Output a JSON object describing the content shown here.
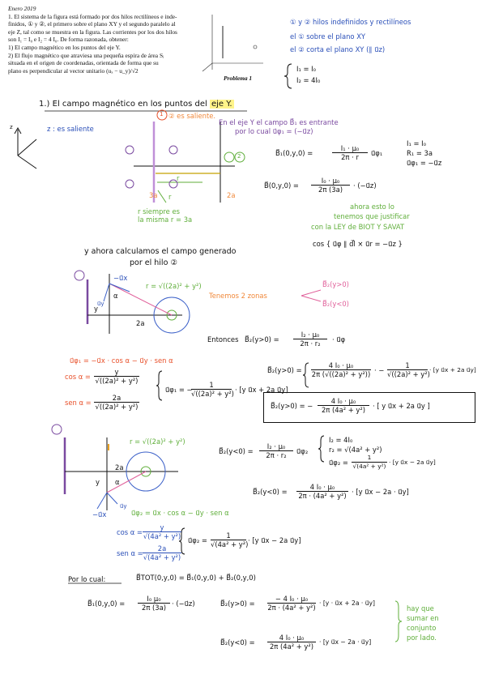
{
  "statement": {
    "date": "Enero 2019",
    "lines": [
      "1. El sistema de la figura está formado por dos hilos rectilíneos e inde-",
      "finidos, ① y ②, el primero sobre el plano XY y el segundo paralelo al",
      "eje Z, tal como se muestra en la figura. Las corrientes por los dos hilos",
      "son I₁ = I₀ e I₂ = 4 I₀. De forma razonada, obtener:",
      "1)   El campo magnético en los puntos del eje Y.",
      "2)   El flujo magnético que atraviesa una pequeña espira de área Sᵢ",
      "      situada en el origen de coordenadas, orientada de forma que su",
      "      plano es perpendicular al vector unitario (uₓ − u_y)/√2"
    ],
    "figure_caption": "Problema 1"
  },
  "top_notes": {
    "line1": "① y ② hilos indefinidos y rectilíneos",
    "line2": "el ① sobre el plano XY",
    "line3": "el ② corta el plano XY (∥ u⃗z)",
    "cond1": "I₁ = I₀",
    "cond2": "I₂ = 4I₀"
  },
  "sec1": {
    "title_prefix": "1.) El campo magnético en los puntos del",
    "title_mark": "eje Y.",
    "z_note": "z : es saliente",
    "z_label": "z",
    "fig_note": "② es saliente.",
    "line_note1": "En el eje Y el campo B⃗₁ es entrante",
    "line_note2": "por lo cual u⃗φ₁ = (−u⃗z)",
    "r_label": "r",
    "r_label2": "r",
    "three_a": "3a",
    "two_a": "2a",
    "circ1": "1",
    "circ2": "2",
    "r_note1": "r siempre es",
    "r_note2": "la misma r = 3a",
    "b1_eq": "B⃗₁(0,y,0) =",
    "b1_num": "I₁ · μ₀",
    "b1_den": "2π · r",
    "b1_vec": "u⃗φ₁",
    "cond_i1": "I₁ = I₀",
    "cond_r1": "R₁ = 3a",
    "cond_u1": "u⃗φ₁ = −u⃗z",
    "b1_res_eq": "B⃗(0,y,0) =",
    "b1_res_num": "I₀ · μ₀",
    "b1_res_den": "2π (3a)",
    "b1_res_vec": "· (−u⃗z)",
    "green_note1": "ahora esto lo",
    "green_note2": "tenemos que justificar",
    "green_note3": "con la LEY de BIOT Y SAVAT",
    "justify": "cos { u⃗φ ∥ d⃗l × u⃗r = −u⃗z }"
  },
  "sec2": {
    "title1": "y ahora calculamos el campo generado",
    "title2": "por el hilo ②",
    "r_formula": "r = √((2a)² + y²)",
    "y_label": "y",
    "alpha": "α",
    "two_a": "2a",
    "ux_label": "−u⃗x",
    "uy_label": "u⃗y",
    "zones": "Tenemos 2 zonas",
    "zone1": "B⃗₂(y>0)",
    "zone2": "B⃗₂(y<0)",
    "entonces": "Entonces",
    "b2_eq": "B⃗₂(y>0) =",
    "b2_num": "I₂ · μ₀",
    "b2_den": "2π · r₂",
    "b2_vec": "· u⃗φ",
    "uphi_line": "u⃗φ₁ = −u⃗x · cos α − u⃗y · sen α",
    "cos_lbl": "cos α =",
    "cos_num": "y",
    "cos_den": "√((2a)² + y²)",
    "sen_lbl": "sen α =",
    "sen_num": "2a",
    "sen_den": "√((2a)² + y²)",
    "uphi_def": "u⃗φ₁ = −",
    "uphi_def_den": "√((2a)² + y²)",
    "uphi_def_rest": "· [y u⃗x + 2a u⃗y]",
    "b2p_eq": "B⃗₂(y>0) =",
    "b2p_num": "4 I₀ · μ₀",
    "b2p_den": "2π (√((2a)² + y²))",
    "b2p_mid": "· −",
    "b2p_den2": "√((2a)² + y²)",
    "b2p_rest": "· [y u⃗x + 2a u⃗y]",
    "box_eq": "B⃗₂(y>0) = −",
    "box_num": "4 I₀ · μ₀",
    "box_den": "2π (4a² + y²)",
    "box_rest": "· [ y u⃗x + 2a u⃗y ]"
  },
  "sec3": {
    "r_formula": "r = √((2a)² + y²)",
    "alpha": "α",
    "y_label": "y",
    "two_a": "2a",
    "ux_label": "−u⃗x",
    "uy_label": "u⃗y",
    "uphi_line": "u⃗φ₂ = u⃗x · cos α − u⃗y · sen α",
    "cos_lbl": "cos α =",
    "cos_num": "y",
    "cos_den": "√(4a² + y²)",
    "sen_lbl": "sen α =",
    "sen_num": "2a",
    "sen_den": "√(4a² + y²)",
    "uphi_def": "u⃗φ₂ =",
    "uphi_def_den": "√(4a² + y²)",
    "uphi_def_rest": "· [y u⃗x − 2a u⃗y]",
    "b2n_eq": "B⃗₂(y<0) =",
    "b2n_num": "I₂ · μ₀",
    "b2n_den": "2π · r₂",
    "b2n_vec": "u⃗φ₂",
    "cond_i2": "I₂ = 4I₀",
    "cond_r2": "r₂ = √(4a² + y²)",
    "cond_u2": "u⃗φ₂ =",
    "cond_u2_den": "√(4a² + y²)",
    "cond_u2_rest": "· [y u⃗x − 2a u⃗y]",
    "b2n_res_eq": "B⃗₂(y<0) =",
    "b2n_res_num": "4 I₀ · μ₀",
    "b2n_res_den": "2π · (4a² + y²)",
    "b2n_res_rest": "· [y u⃗x − 2a · u⃗y]"
  },
  "final": {
    "por_lo_cual": "Por lo cual:",
    "btot": "B⃗TOT(0,y,0) = B⃗₁(0,y,0) + B⃗₂(0,y,0)",
    "b1_eq": "B⃗₁(0,y,0) =",
    "b1_num": "I₀ μ₀",
    "b1_den": "2π (3a)",
    "b1_vec": "· (−u⃗z)",
    "b2p_eq": "B⃗₂(y>0) =",
    "b2p_num": "− 4 I₀ · μ₀",
    "b2p_den": "2π · (4a² + y²)",
    "b2p_rest": "· [y · u⃗x + 2a · u⃗y]",
    "b2n_eq": "B⃗₂(y<0) =",
    "b2n_num": "4 I₀ · μ₀",
    "b2n_den": "2π (4a² + y²)",
    "b2n_rest": "· [y u⃗x − 2a · u⃗y]",
    "side1": "hay que",
    "side2": "sumar en",
    "side3": "conjunto",
    "side4": "por lado."
  }
}
